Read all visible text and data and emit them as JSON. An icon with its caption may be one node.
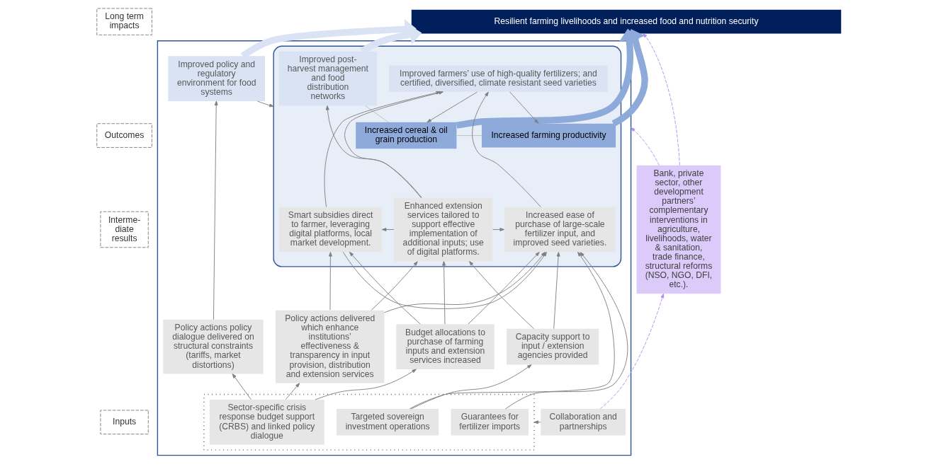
{
  "diagram": {
    "nodes": [
      {
        "text": [
          "Long term impacts"
        ]
      },
      {
        "text": [
          "Outcomes"
        ]
      },
      {
        "text": [
          "Interme-diate results"
        ]
      },
      {
        "text": [
          "Inputs"
        ]
      },
      {
        "text": [
          "Resilient farming livelihoods and increased food and nutrition security"
        ]
      },
      {
        "text": [],
        "shape": "box"
      },
      {
        "text": [],
        "shape": "box",
        "in": 5
      },
      {
        "text": [
          "Increased farming productivity"
        ],
        "in": 6
      },
      {
        "text": [
          "Increased cereal & oil grain production"
        ],
        "in": 6
      },
      {
        "text": [
          "Improved post-harvest management and food distribution networks"
        ],
        "in": 6
      },
      {
        "text": [
          "Improved farmers’ use of high-quality fertilizers; and certified, diversified, climate resistant seed varieties"
        ],
        "in": 6
      },
      {
        "text": [
          "Increased ease of purchase of large-scale fertilizer input, and improved seed varieties."
        ],
        "in": 6
      },
      {
        "text": [
          "Smart subsidies direct to farmer, leveraging digital platforms, local market development."
        ],
        "in": 6
      },
      {
        "text": [
          "Enhanced extension services tailored to support effective implementation of additional inputs; use of digital platforms."
        ],
        "in": 6
      },
      {
        "text": [
          "Improved policy and regulatory environment for food systems"
        ],
        "in": 5
      },
      {
        "text": [
          "Capacity support to input / extension agencies provided"
        ],
        "in": 5
      },
      {
        "text": [
          "Budget allocations to purchase of farming inputs and extension services increased"
        ],
        "in": 5
      },
      {
        "text": [
          "Policy actions delivered which enhance institutions’ effectiveness & transparency in input provision, distribution and extension services"
        ],
        "in": 5
      },
      {
        "text": [
          "Policy actions policy dialogue delivered on structural constraints (tariffs, market distortions)"
        ],
        "in": 5
      },
      {
        "text": [],
        "shape": "box",
        "in": 5
      },
      {
        "text": [
          "Guarantees for fertilizer imports"
        ],
        "in": 19
      },
      {
        "text": [
          "Targeted sovereign investment operations"
        ],
        "in": 19
      },
      {
        "text": [
          "Sector-specific crisis response budget support (CRBS) and linked policy dialogue"
        ],
        "in": 19
      },
      {
        "text": [
          "Collaboration and partnerships"
        ],
        "in": 5
      },
      {
        "text": [
          "Bank, private sector, other development partners’ complementary interventions in agriculture, livelihoods, water & sanitation, trade finance, structural reforms (NSO, NGO, DFI, etc.)."
        ]
      }
    ],
    "edges": [
      {
        "from": 7,
        "to": 4,
        "arrow": "to",
        "style": "thick",
        "color": "#8eaadb"
      },
      {
        "from": 8,
        "to": 4,
        "arrow": "to",
        "style": "thick",
        "color": "#8eaadb"
      },
      {
        "from": 9,
        "to": 4,
        "arrow": "to",
        "style": "thick",
        "color": "#dae3f3"
      },
      {
        "from": 14,
        "to": 4,
        "arrow": "to",
        "style": "thick",
        "color": "#dae3f3"
      },
      {
        "from": 7,
        "to": 8,
        "arrow": "none",
        "color": "#bfbfbf"
      },
      {
        "from": 8,
        "to": 9,
        "arrow": "none",
        "color": "#bfbfbf"
      },
      {
        "from": 10,
        "to": 7,
        "arrow": "to"
      },
      {
        "from": 10,
        "to": 8,
        "arrow": "to"
      },
      {
        "from": 11,
        "to": 10,
        "arrow": "to"
      },
      {
        "from": 12,
        "to": 10,
        "arrow": "to"
      },
      {
        "from": 13,
        "to": 10,
        "arrow": "to"
      },
      {
        "from": 13,
        "to": 9,
        "arrow": "to"
      },
      {
        "from": 13,
        "to": 11,
        "arrow": "to"
      },
      {
        "from": 12,
        "to": 11,
        "arrow": "to"
      },
      {
        "from": 13,
        "to": 12,
        "arrow": "to"
      },
      {
        "from": 14,
        "to": 6,
        "arrow": "to"
      },
      {
        "from": 15,
        "to": 11,
        "arrow": "to"
      },
      {
        "from": 15,
        "to": 13,
        "arrow": "to"
      },
      {
        "from": 16,
        "to": 11,
        "arrow": "to"
      },
      {
        "from": 16,
        "to": 12,
        "arrow": "to"
      },
      {
        "from": 16,
        "to": 13,
        "arrow": "to"
      },
      {
        "from": 17,
        "to": 11,
        "arrow": "to"
      },
      {
        "from": 17,
        "to": 12,
        "arrow": "to"
      },
      {
        "from": 17,
        "to": 13,
        "arrow": "to"
      },
      {
        "from": 18,
        "to": 14,
        "arrow": "to"
      },
      {
        "from": 20,
        "to": 11,
        "arrow": "to"
      },
      {
        "from": 21,
        "to": 15,
        "arrow": "to"
      },
      {
        "from": 21,
        "to": 11,
        "arrow": "to"
      },
      {
        "from": 22,
        "to": 16,
        "arrow": "to"
      },
      {
        "from": 22,
        "to": 17,
        "arrow": "to"
      },
      {
        "from": 22,
        "to": 18,
        "arrow": "to"
      },
      {
        "from": 23,
        "to": 19,
        "arrow": "to"
      },
      {
        "from": 23,
        "to": 24,
        "arrow": "to",
        "style": "dashed",
        "color": "#b48cf2"
      },
      {
        "from": 24,
        "to": 4,
        "arrow": "to",
        "style": "dashed",
        "color": "#b48cf2"
      },
      {
        "from": 24,
        "to": 5,
        "arrow": "to",
        "style": "dashed",
        "color": "#b48cf2"
      }
    ]
  }
}
